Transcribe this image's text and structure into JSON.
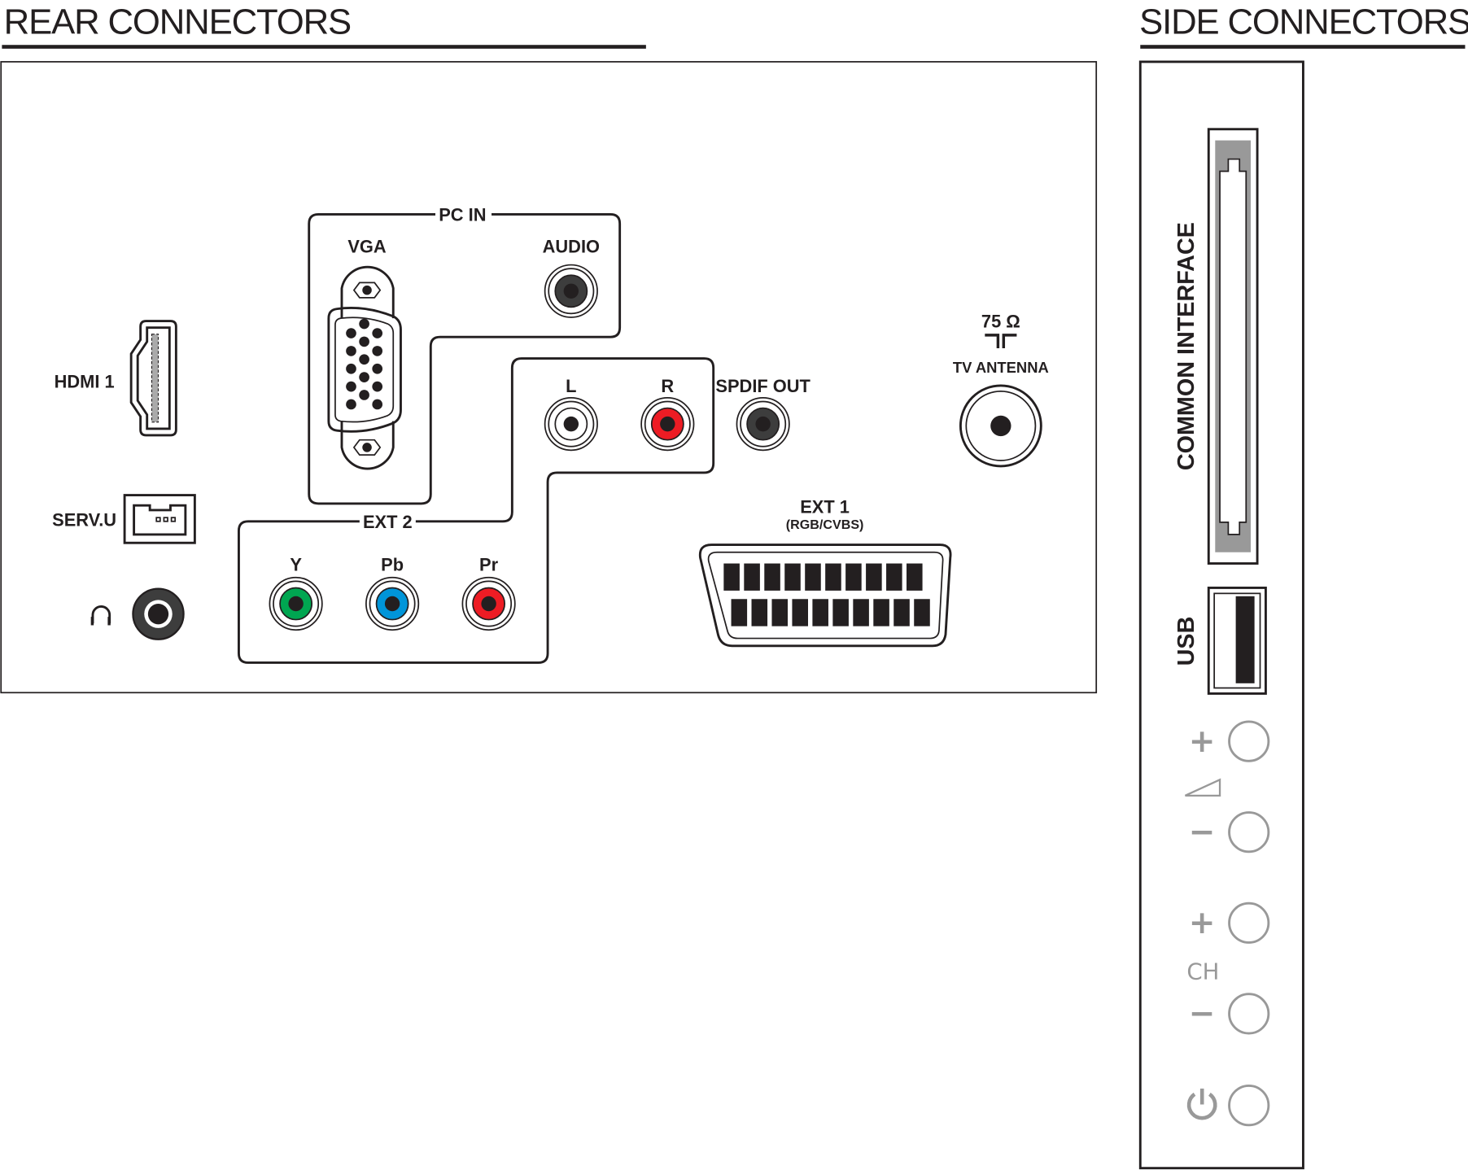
{
  "rear": {
    "title": "REAR CONNECTORS",
    "pc_in": {
      "group_label": "PC IN",
      "vga_label": "VGA",
      "audio_label": "AUDIO"
    },
    "hdmi_label": "HDMI 1",
    "serv_label": "SERV.U",
    "audio_in": {
      "left_label": "L",
      "right_label": "R"
    },
    "spdif_label": "SPDIF OUT",
    "ext2": {
      "group_label": "EXT 2",
      "y_label": "Y",
      "pb_label": "Pb",
      "pr_label": "Pr"
    },
    "ext1": {
      "label": "EXT 1",
      "sub_label": "(RGB/CVBS)"
    },
    "antenna": {
      "impedance": "75 Ω",
      "label": "TV ANTENNA"
    }
  },
  "side": {
    "title": "SIDE CONNECTORS",
    "ci_label": "COMMON INTERFACE",
    "usb_label": "USB",
    "buttons": {
      "plus": "+",
      "minus": "−",
      "ch_label": "CH"
    }
  },
  "colors": {
    "green": "#00a651",
    "blue": "#0095d9",
    "red": "#ed1c24",
    "white_jack": "#ffffff",
    "dark_jack": "#3d3d3d",
    "button_grey": "#999999"
  },
  "icons": [
    "hdmi-port-icon",
    "vga-port-icon",
    "headphone-icon",
    "scart-port-icon",
    "antenna-icon",
    "volume-icon",
    "power-icon",
    "usb-port-icon",
    "ci-slot-icon"
  ]
}
